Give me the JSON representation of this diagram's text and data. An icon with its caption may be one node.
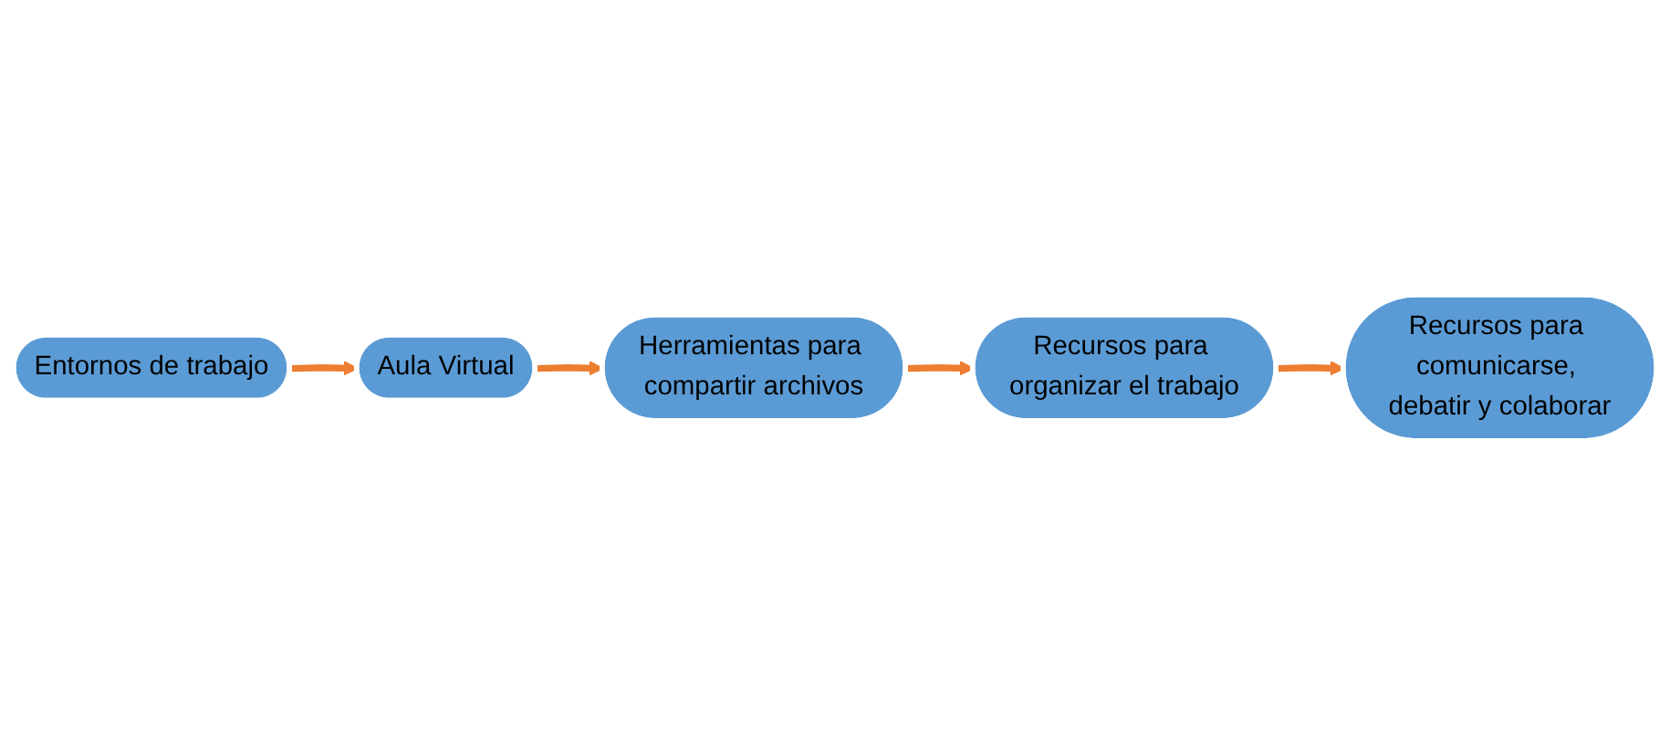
{
  "diagram": {
    "nodes": [
      {
        "text": [
          "Entornos de trabajo"
        ]
      },
      {
        "text": [
          "Aula Virtual"
        ]
      },
      {
        "text": [
          "Herramientas para compartir archivos"
        ]
      },
      {
        "text": [
          "Recursos para organizar el trabajo"
        ]
      },
      {
        "text": [
          "Recursos para comunicarse, debatir y colaborar"
        ]
      }
    ],
    "edges": [
      {
        "from": 0,
        "to": 1,
        "arrow": "to"
      },
      {
        "from": 1,
        "to": 2,
        "arrow": "to"
      },
      {
        "from": 2,
        "to": 3,
        "arrow": "to"
      },
      {
        "from": 3,
        "to": 4,
        "arrow": "to"
      }
    ]
  }
}
